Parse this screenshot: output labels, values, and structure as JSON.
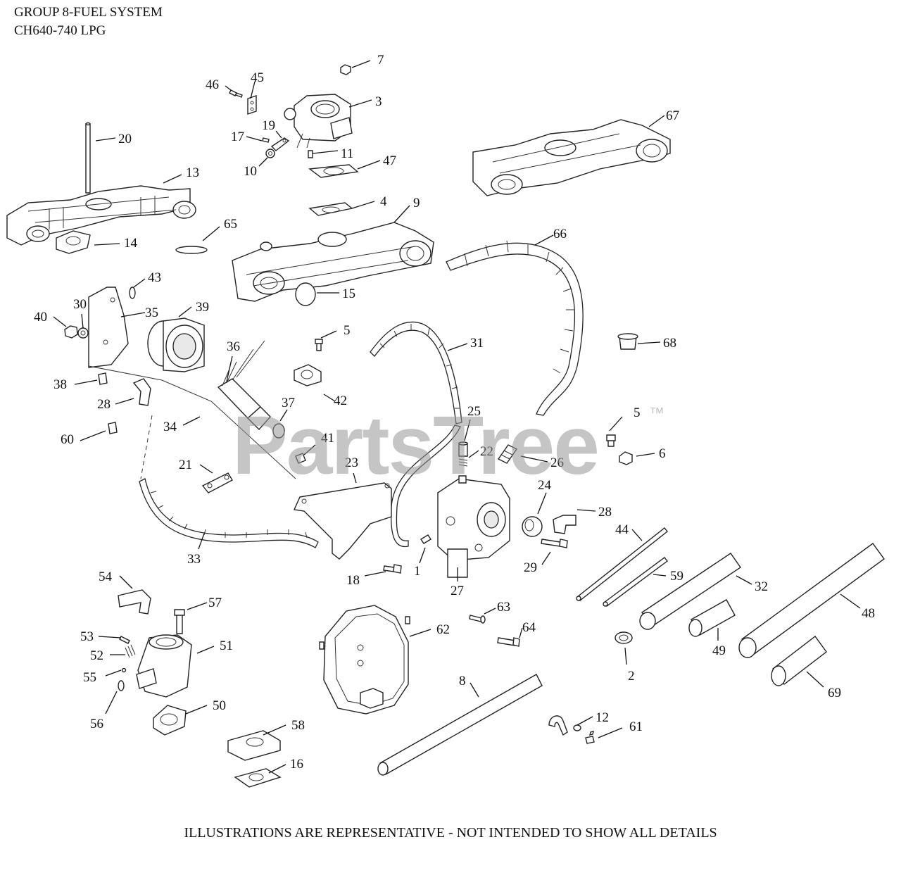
{
  "header": {
    "line1": "GROUP 8-FUEL SYSTEM",
    "line2": "CH640-740 LPG"
  },
  "watermark": {
    "brand": "PartsTree",
    "mark": "™"
  },
  "footer": {
    "note": "ILLUSTRATIONS ARE REPRESENTATIVE - NOT INTENDED TO SHOW ALL DETAILS"
  },
  "callouts": [
    "7",
    "46",
    "45",
    "3",
    "67",
    "20",
    "17",
    "19",
    "11",
    "10",
    "47",
    "13",
    "14",
    "65",
    "4",
    "9",
    "66",
    "15",
    "43",
    "30",
    "40",
    "35",
    "39",
    "5",
    "31",
    "68",
    "36",
    "38",
    "28",
    "37",
    "42",
    "34",
    "60",
    "41",
    "25",
    "5",
    "6",
    "21",
    "23",
    "22",
    "26",
    "24",
    "28",
    "44",
    "33",
    "18",
    "1",
    "27",
    "29",
    "59",
    "32",
    "54",
    "57",
    "48",
    "53",
    "51",
    "52",
    "63",
    "62",
    "64",
    "55",
    "49",
    "2",
    "69",
    "8",
    "56",
    "50",
    "12",
    "61",
    "58",
    "16"
  ]
}
